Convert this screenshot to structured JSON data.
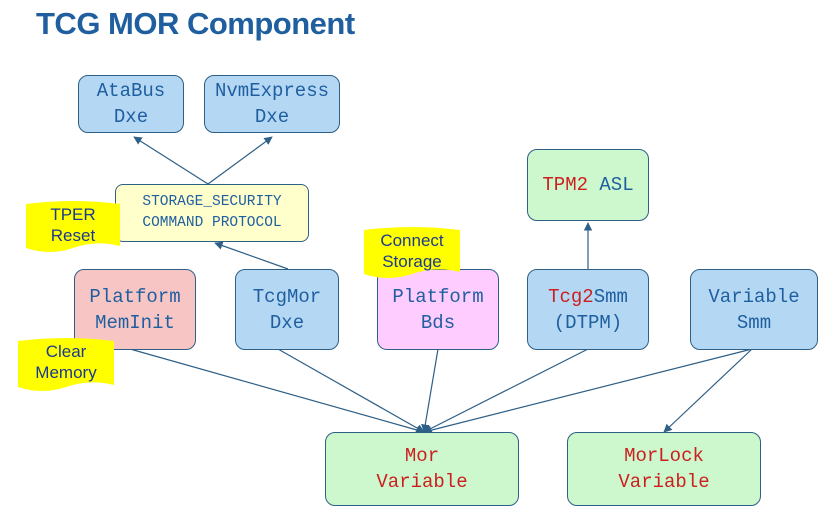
{
  "title": "TCG MOR Component",
  "nodes": {
    "atabus": {
      "line1": "AtaBus",
      "line2": "Dxe"
    },
    "nvmexpress": {
      "line1": "NvmExpress",
      "line2": "Dxe"
    },
    "storage_security": {
      "line1": "STORAGE_SECURITY",
      "line2": "COMMAND PROTOCOL"
    },
    "tpm2_asl": {
      "part1": "TPM2",
      "part2": " ASL"
    },
    "platform_meminit": {
      "line1": "Platform",
      "line2": "MemInit"
    },
    "tcgmor_dxe": {
      "line1": "TcgMor",
      "line2": "Dxe"
    },
    "platform_bds": {
      "line1": "Platform",
      "line2": "Bds"
    },
    "tcg2smm": {
      "part1": "Tcg2",
      "part2": "Smm",
      "line2": "(DTPM)"
    },
    "variable_smm": {
      "line1": "Variable",
      "line2": "Smm"
    },
    "mor_variable": {
      "line1": "Mor",
      "line2": "Variable"
    },
    "morlock_variable": {
      "line1": "MorLock",
      "line2": "Variable"
    }
  },
  "notes": {
    "tper_reset": {
      "line1": "TPER",
      "line2": "Reset"
    },
    "connect_storage": {
      "line1": "Connect",
      "line2": "Storage"
    },
    "clear_memory": {
      "line1": "Clear",
      "line2": "Memory"
    }
  },
  "colors": {
    "title": "#1f5fa0",
    "box_blue": "#b4d8f4",
    "box_pink": "#f7c6c4",
    "box_magenta": "#ffccff",
    "box_green": "#cdf7cd",
    "box_yellow": "#ffffcc",
    "note_yellow": "#ffff00",
    "text_red": "#cc1f1f",
    "line": "#2e5f86"
  }
}
